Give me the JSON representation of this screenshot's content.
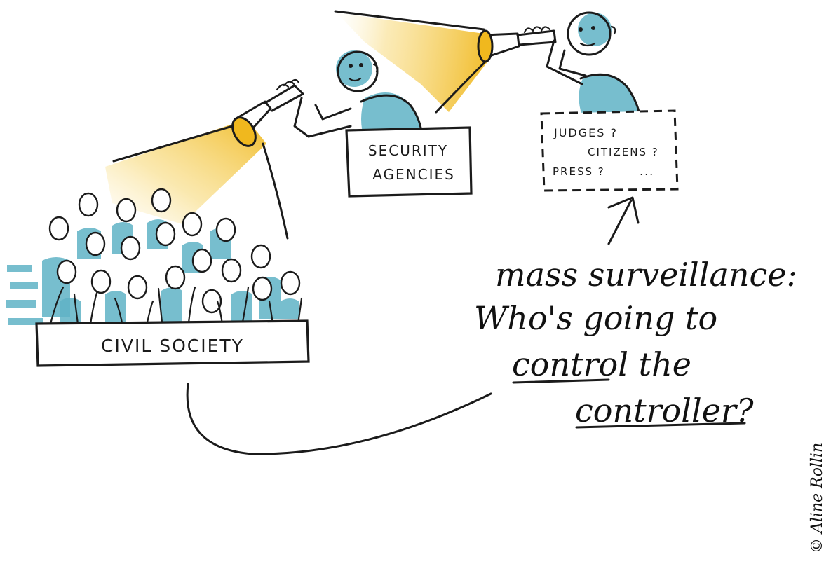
{
  "labels": {
    "civil_society": "CIVIL SOCIETY",
    "security_agencies_line1": "SECURITY",
    "security_agencies_line2": "AGENCIES",
    "judges": "JUDGES ?",
    "citizens": "CITIZENS ?",
    "press": "PRESS ?",
    "ellipsis": "..."
  },
  "caption": {
    "line1": "mass surveillance:",
    "line2": "Who's going to",
    "line3": "control the",
    "line4": "controller?"
  },
  "signature": "© Aline Rollin",
  "colors": {
    "ink": "#1b1b1b",
    "person_blue": "#5fb3c6",
    "light_yellow": "#f2c232"
  }
}
